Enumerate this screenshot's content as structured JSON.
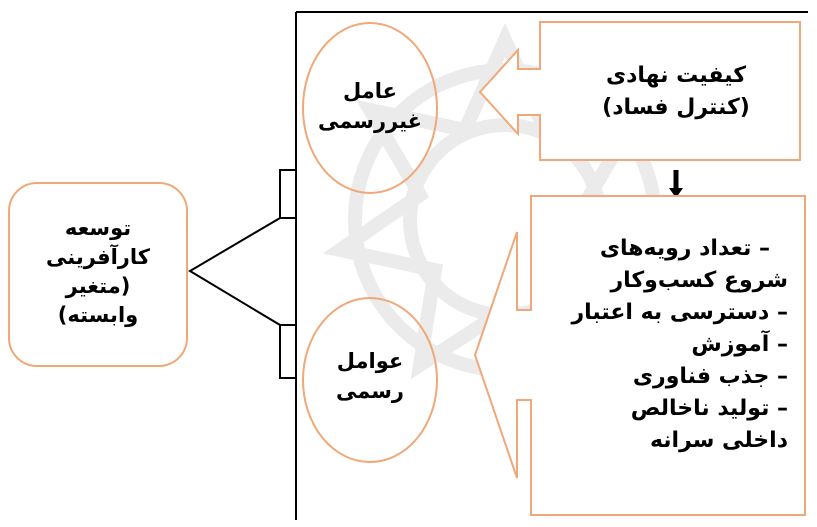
{
  "nodes": {
    "dependent": {
      "label": "توسعه کارآفرینی (متغیر وابسته)",
      "lines": [
        "توسعه",
        "کارآفرینی",
        "(متغیر",
        "وابسته)"
      ]
    },
    "informal_factor": {
      "label": "عامل غیررسمی",
      "lines": [
        "عامل",
        "غیررسمی"
      ]
    },
    "formal_factor": {
      "label": "عوامل رسمی",
      "lines": [
        "عوامل",
        "رسمی"
      ]
    },
    "institutional_quality": {
      "label": "کیفیت نهادی (کنترل فساد)",
      "lines": [
        "کیفیت نهادی",
        "(کنترل فساد)"
      ]
    },
    "formal_components": {
      "lines": [
        "– تعداد رویه‌های",
        "شروع کسب‌وکار",
        "– دسترسی به اعتبار",
        "– آموزش",
        "– جذب فناوری",
        "– تولید ناخالص",
        "داخلی  سرانه"
      ]
    }
  },
  "colors": {
    "node_border": "#f0a878",
    "line": "#000000",
    "watermark": "#d8d8d8"
  }
}
